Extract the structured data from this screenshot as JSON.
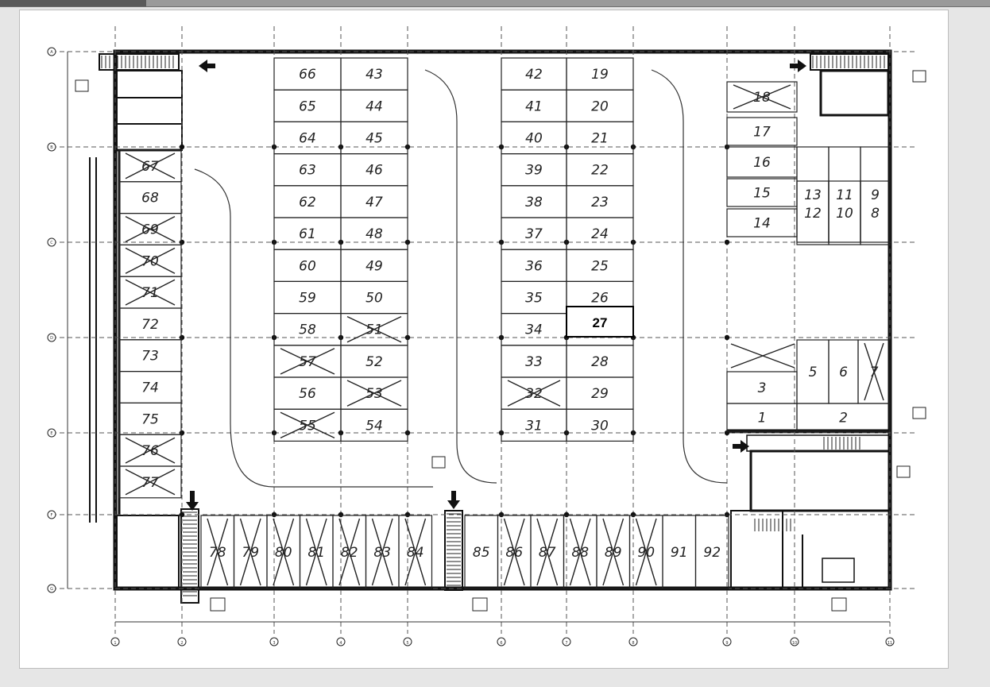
{
  "plan": {
    "highlighted_space": "27",
    "spaces_top_left_col_a": [
      "66",
      "65",
      "64",
      "63",
      "62",
      "61",
      "60",
      "59",
      "58",
      "57",
      "56",
      "55"
    ],
    "spaces_top_left_col_b": [
      "43",
      "44",
      "45",
      "46",
      "47",
      "48",
      "49",
      "50",
      "51",
      "52",
      "53",
      "54"
    ],
    "spaces_center_col_a": [
      "42",
      "41",
      "40",
      "39",
      "38",
      "37",
      "36",
      "35",
      "34",
      "33",
      "32",
      "31"
    ],
    "spaces_center_col_b": [
      "19",
      "20",
      "21",
      "22",
      "23",
      "24",
      "25",
      "26",
      "27",
      "28",
      "29",
      "30"
    ],
    "spaces_left_wall": [
      "67",
      "68",
      "69",
      "70",
      "71",
      "72",
      "73",
      "74",
      "75",
      "76",
      "77"
    ],
    "spaces_right": [
      "18",
      "17",
      "16",
      "15",
      "14",
      "13",
      "12",
      "11",
      "10",
      "9",
      "8",
      "7",
      "6",
      "5",
      "3",
      "1",
      "2"
    ],
    "spaces_bottom": [
      "78",
      "79",
      "80",
      "81",
      "82",
      "83",
      "84",
      "85",
      "86",
      "87",
      "88",
      "89",
      "90",
      "91",
      "92"
    ],
    "crossed_out": [
      "18",
      "67",
      "69",
      "70",
      "71",
      "76",
      "77",
      "51",
      "57",
      "53",
      "55",
      "32",
      "7",
      "78",
      "79",
      "80",
      "81",
      "82",
      "83",
      "84",
      "86",
      "87",
      "88",
      "89",
      "90"
    ],
    "axis_markers_vertical": [
      "1",
      "2",
      "3",
      "4",
      "5",
      "6",
      "7",
      "8",
      "9",
      "10",
      "11"
    ],
    "axis_markers_horizontal": [
      "A",
      "B",
      "C",
      "D",
      "E",
      "F",
      "G"
    ]
  }
}
